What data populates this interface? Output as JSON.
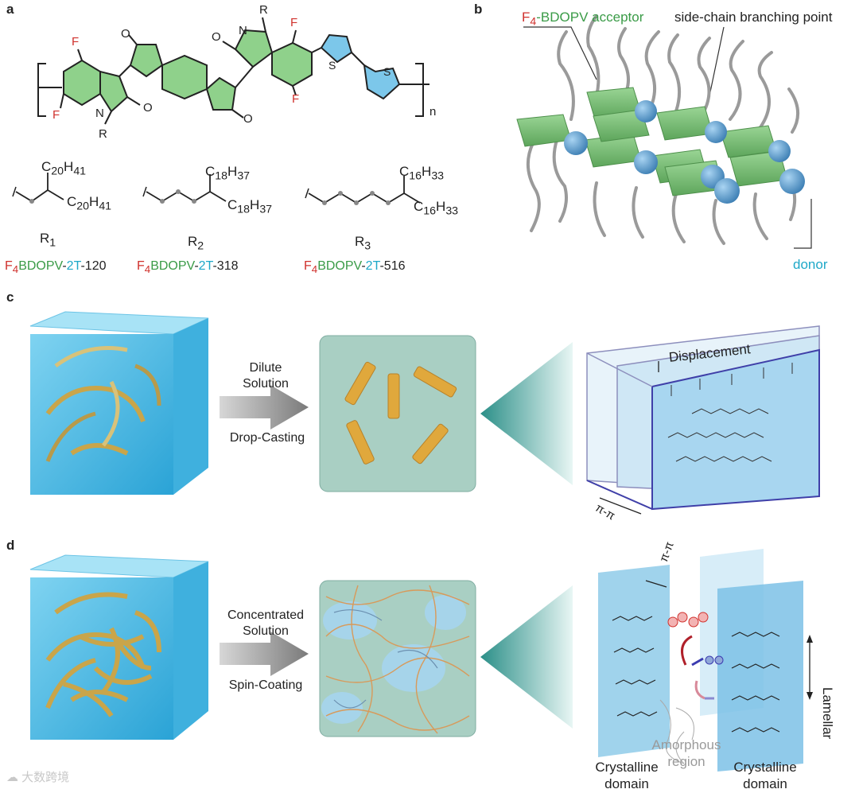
{
  "panels": {
    "a": "a",
    "b": "b",
    "c": "c",
    "d": "d"
  },
  "panel_a": {
    "atoms": {
      "F": "F",
      "O": "O",
      "N": "N",
      "R": "R",
      "S": "S",
      "n": "n"
    },
    "chains": [
      {
        "r": "R",
        "r_sub": "1",
        "upper": "C",
        "upper_sub": "20",
        "upper_h": "H",
        "upper_hsub": "41",
        "lower": "C",
        "lower_sub": "20",
        "lower_h": "H",
        "lower_hsub": "41"
      },
      {
        "r": "R",
        "r_sub": "2",
        "upper": "C",
        "upper_sub": "18",
        "upper_h": "H",
        "upper_hsub": "37",
        "lower": "C",
        "lower_sub": "18",
        "lower_h": "H",
        "lower_hsub": "37"
      },
      {
        "r": "R",
        "r_sub": "3",
        "upper": "C",
        "upper_sub": "16",
        "upper_h": "H",
        "upper_hsub": "33",
        "lower": "C",
        "lower_sub": "16",
        "lower_h": "H",
        "lower_hsub": "33"
      }
    ],
    "polymers": [
      {
        "f": "F",
        "fsub": "4",
        "acc": "BDOPV",
        "dash": "-",
        "don": "2T",
        "suffix": "-120"
      },
      {
        "f": "F",
        "fsub": "4",
        "acc": "BDOPV",
        "dash": "-",
        "don": "2T",
        "suffix": "-318"
      },
      {
        "f": "F",
        "fsub": "4",
        "acc": "BDOPV",
        "dash": "-",
        "don": "2T",
        "suffix": "-516"
      }
    ]
  },
  "panel_b": {
    "acceptor_f": "F",
    "acceptor_fsub": "4",
    "acceptor_rest": "-BDOPV acceptor",
    "branching": "side-chain branching point",
    "donor": "donor"
  },
  "panel_c": {
    "line1": "Dilute",
    "line2": "Solution",
    "line3": "Drop-Casting",
    "displacement": "Displacement",
    "pipi": "π-π"
  },
  "panel_d": {
    "line1": "Concentrated",
    "line2": "Solution",
    "line3": "Spin-Coating",
    "pipi": "π-π",
    "lamellar": "Lamellar",
    "amorphous1": "Amorphous",
    "amorphous2": "region",
    "cryst1": "Crystalline",
    "dom1": "domain",
    "cryst2": "Crystalline",
    "dom2": "domain"
  },
  "watermark": "大数跨境",
  "colors": {
    "fluorine": "#d0312d",
    "acceptor_green": "#3a9b47",
    "donor_blue": "#1ea8c8",
    "ring_green": "#8fd18b",
    "ring_blue": "#7cc7ea",
    "cube_blue": "#5cc3e8",
    "block_green": "#7cc27a",
    "sphere_blue": "#4d93c8",
    "film_bg": "#a9cfc3",
    "rod_gold": "#e0a83c"
  }
}
